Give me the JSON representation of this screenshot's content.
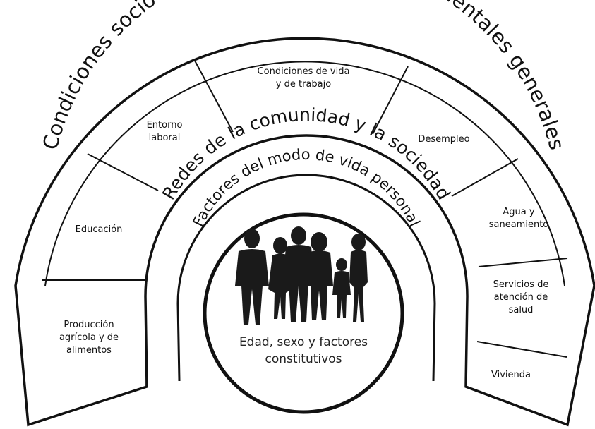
{
  "rings": {
    "outer_title": "Condiciones socioeconómicas, culturales y ambientales generales",
    "middle_title": "Redes de la comunidad y la sociedad",
    "inner_title": "Factores del modo de vida personal"
  },
  "core": {
    "line1": "Edad, sexo y factores",
    "line2": "constitutivos"
  },
  "sectors": [
    {
      "lines": [
        "Producción",
        "agrícola y de",
        "alimentos"
      ]
    },
    {
      "lines": [
        "Educación"
      ]
    },
    {
      "lines": [
        "Entorno",
        "laboral"
      ]
    },
    {
      "lines": [
        "Condiciones de vida",
        "y de trabajo"
      ]
    },
    {
      "lines": [
        "Desempleo"
      ]
    },
    {
      "lines": [
        "Agua y",
        "saneamiento"
      ]
    },
    {
      "lines": [
        "Servicios de",
        "atención de",
        "salud"
      ]
    },
    {
      "lines": [
        "Vivienda"
      ]
    }
  ],
  "colors": {
    "stroke": "#111111",
    "fill": "#ffffff",
    "silhouette": "#1a1a1a"
  }
}
